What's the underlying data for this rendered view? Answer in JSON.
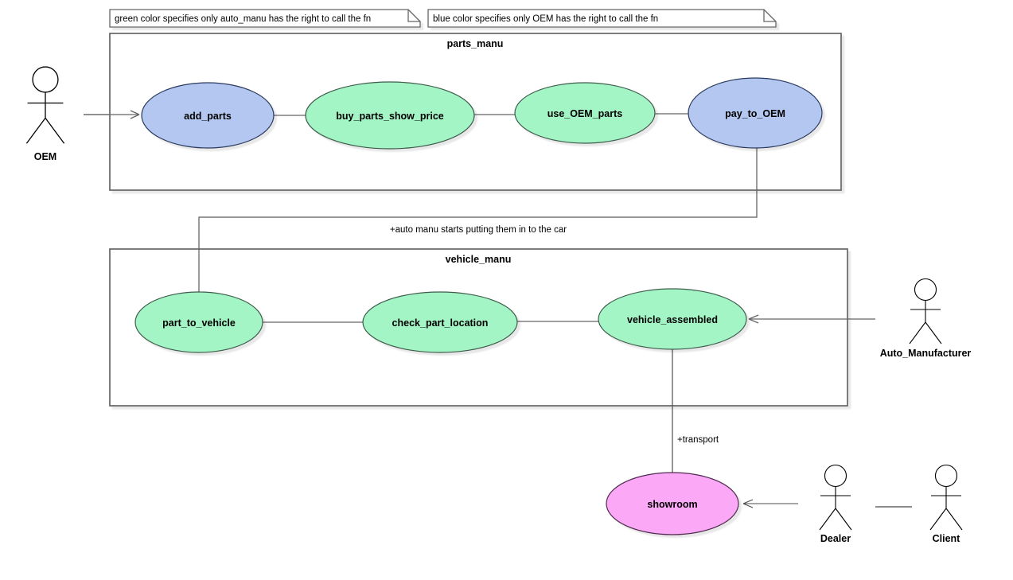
{
  "notes": {
    "green": "green color specifies only auto_manu has the right to call the fn",
    "blue": "blue color specifies only OEM has the right to call the fn"
  },
  "boundaries": {
    "parts_manu": "parts_manu",
    "vehicle_manu": "vehicle_manu"
  },
  "use_cases": {
    "add_parts": "add_parts",
    "buy_parts_show_price": "buy_parts_show_price",
    "use_oem_parts": "use_OEM_parts",
    "pay_to_oem": "pay_to_OEM",
    "part_to_vehicle": "part_to_vehicle",
    "check_part_location": "check_part_location",
    "vehicle_assembled": "vehicle_assembled",
    "showroom": "showroom"
  },
  "actors": {
    "oem": "OEM",
    "auto_manufacturer": "Auto_Manufacturer",
    "dealer": "Dealer",
    "client": "Client"
  },
  "edge_labels": {
    "auto_manu_note": "+auto manu starts putting them in to the car",
    "transport": "+transport"
  },
  "colors": {
    "auto_manu_fill": "#a4f5c6",
    "auto_manu_stroke": "#3e5c4c",
    "oem_fill": "#b3c7f0",
    "oem_stroke": "#2c3a5e",
    "showroom_fill": "#fba8f6",
    "showroom_stroke": "#502c50",
    "boundary_stroke": "#666666",
    "line": "#666666",
    "note_stroke": "#666666"
  }
}
